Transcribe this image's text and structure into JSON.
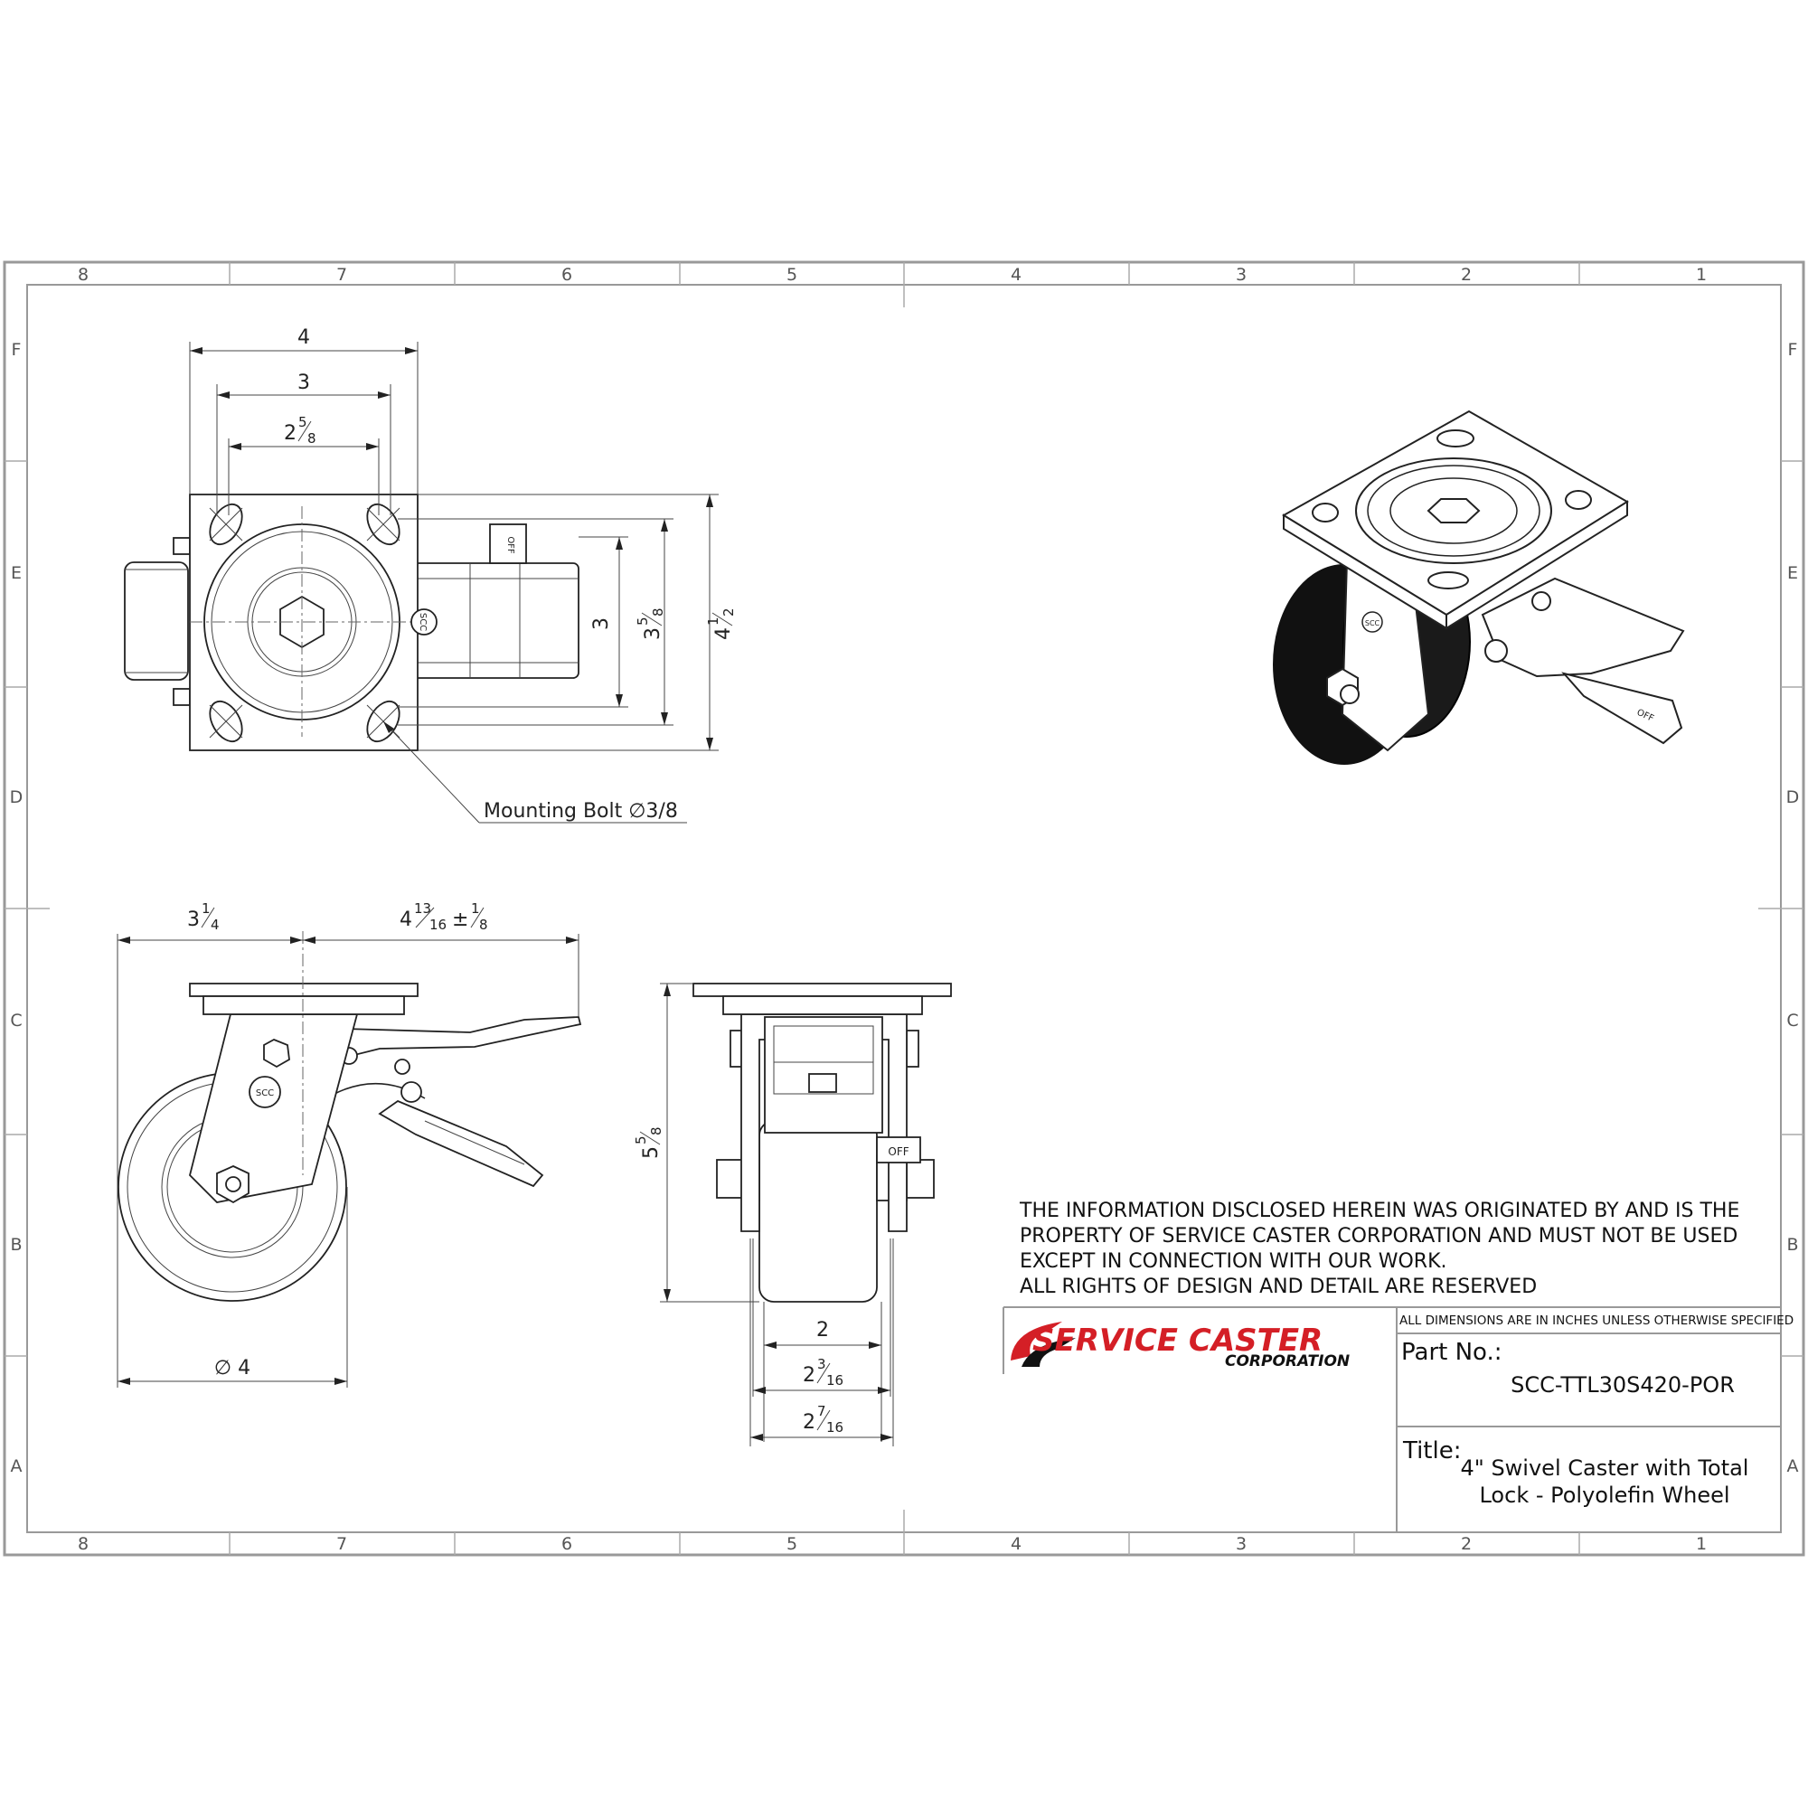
{
  "border": {
    "columns": [
      "8",
      "7",
      "6",
      "5",
      "4",
      "3",
      "2",
      "1"
    ],
    "rows": [
      "F",
      "E",
      "D",
      "C",
      "B",
      "A"
    ]
  },
  "top_view": {
    "dims": {
      "plate_width": "4",
      "bolt_spacing_outer": "3",
      "bolt_spacing_inner_whole": "2",
      "bolt_spacing_inner_num": "5",
      "bolt_spacing_inner_den": "8",
      "bolt_vertical": "3",
      "vertical_mid_whole": "3",
      "vertical_mid_num": "5",
      "vertical_mid_den": "8",
      "plate_height_whole": "4",
      "plate_height_num": "1",
      "plate_height_den": "2"
    },
    "callout": "Mounting Bolt ∅3/8",
    "brake_pedal_label": "OFF",
    "logo_stamp": "SCC"
  },
  "side_view": {
    "dims": {
      "offset_whole": "3",
      "offset_num": "1",
      "offset_den": "4",
      "lever_whole": "4",
      "lever_num": "13",
      "lever_den": "16",
      "lever_tol_sign": "±",
      "lever_tol_num": "1",
      "lever_tol_den": "8",
      "wheel_diameter": "∅ 4"
    },
    "logo_stamp": "SCC"
  },
  "front_view": {
    "dims": {
      "height_whole": "5",
      "height_num": "5",
      "height_den": "8",
      "wheel_width": "2",
      "hub_whole": "2",
      "hub_num": "3",
      "hub_den": "16",
      "overall_whole": "2",
      "overall_num": "7",
      "overall_den": "16"
    },
    "brake_label": "OFF"
  },
  "iso_view": {
    "brake_label": "OFF",
    "logo_stamp": "SCC"
  },
  "notice": {
    "lines": [
      "THE INFORMATION DISCLOSED HEREIN WAS ORIGINATED BY AND IS THE",
      "PROPERTY OF SERVICE CASTER CORPORATION AND MUST NOT BE USED",
      "EXCEPT IN CONNECTION WITH OUR WORK.",
      "ALL RIGHTS OF DESIGN AND DETAIL ARE RESERVED"
    ]
  },
  "title_block": {
    "logo_main": "SERVICE CASTER",
    "logo_sub": "CORPORATION",
    "units_note": "ALL DIMENSIONS ARE IN INCHES UNLESS OTHERWISE SPECIFIED",
    "part_label": "Part No.:",
    "part_number": "SCC-TTL30S420-POR",
    "title_label": "Title:",
    "title_line1": "4\" Swivel Caster with Total",
    "title_line2": "Lock - Polyolefin Wheel"
  },
  "colors": {
    "brand_red": "#d41f26",
    "ink": "#222222",
    "frame": "#999999"
  }
}
